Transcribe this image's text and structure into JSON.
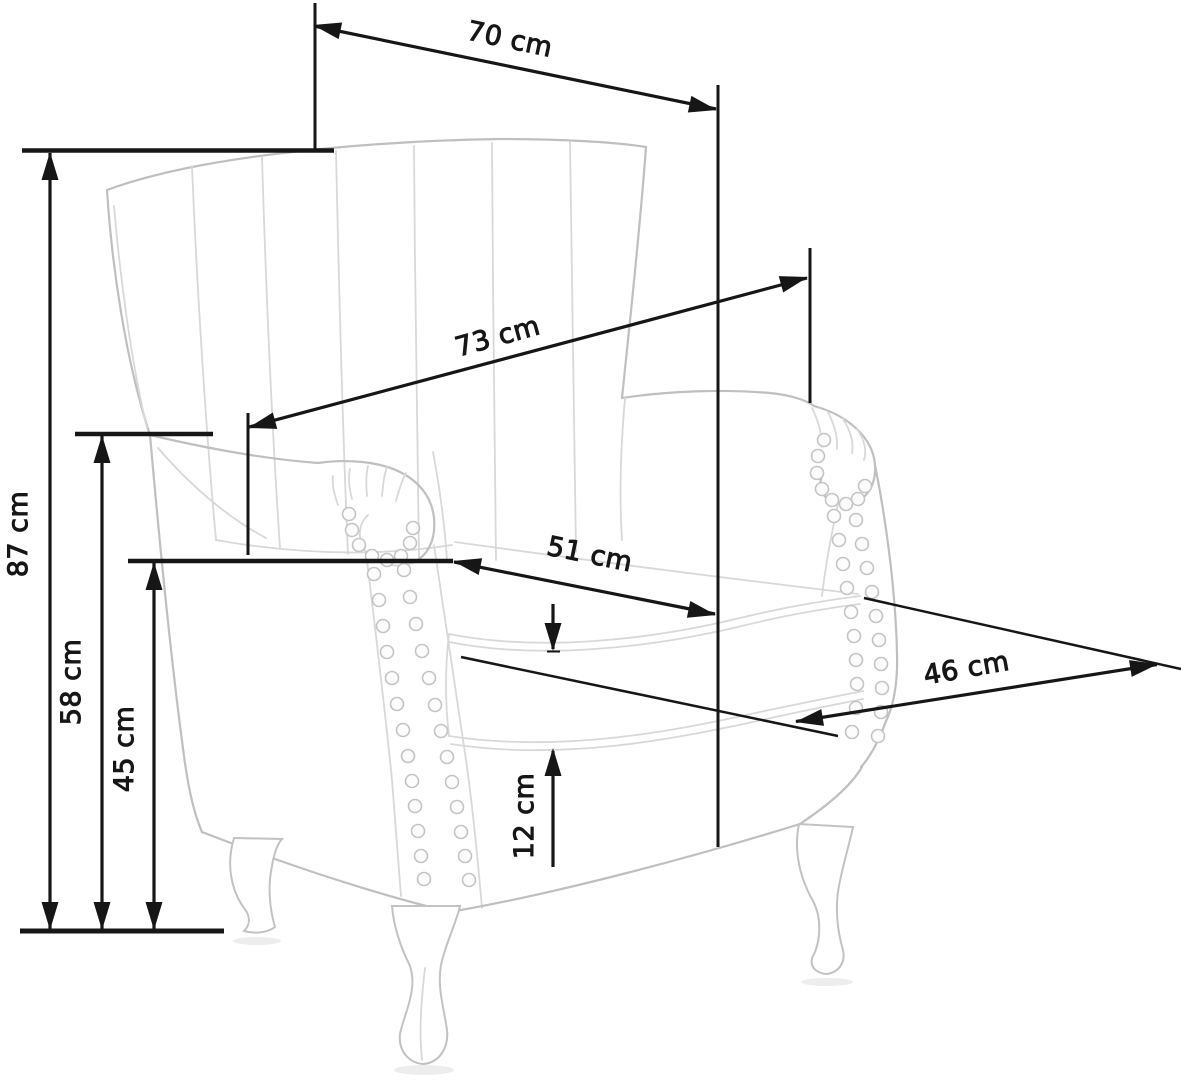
{
  "diagram": {
    "subject": "wingback armchair dimension drawing",
    "unit": "cm",
    "line_color": "#161616",
    "sketch_color": "#c9c9c9"
  },
  "dims": {
    "overall_width": {
      "value": 70,
      "label": "70 cm"
    },
    "back_width": {
      "value": 73,
      "label": "73 cm"
    },
    "seat_width": {
      "value": 51,
      "label": "51 cm"
    },
    "seat_depth": {
      "value": 46,
      "label": "46 cm"
    },
    "overall_height": {
      "value": 87,
      "label": "87 cm"
    },
    "arm_height": {
      "value": 58,
      "label": "58 cm"
    },
    "seat_height": {
      "value": 45,
      "label": "45 cm"
    },
    "cushion_height": {
      "value": 12,
      "label": "12 cm"
    }
  }
}
